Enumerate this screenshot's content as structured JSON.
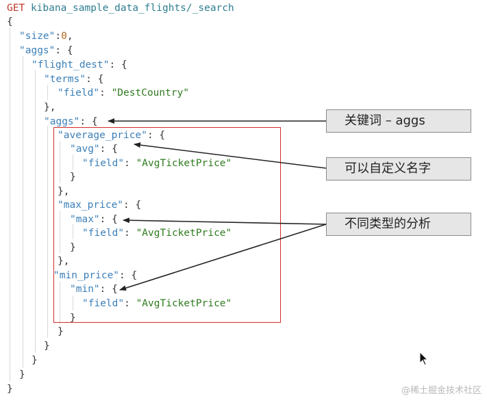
{
  "request": {
    "method": "GET",
    "endpoint": "kibana_sample_data_flights/_search"
  },
  "code": {
    "size_key": "\"size\"",
    "size_value": "0",
    "aggs_key": "\"aggs\"",
    "flight_dest_key": "\"flight_dest\"",
    "terms_key": "\"terms\"",
    "field_key": "\"field\"",
    "dest_country": "\"DestCountry\"",
    "inner_aggs_key": "\"aggs\"",
    "average_price_key": "\"average_price\"",
    "avg_key": "\"avg\"",
    "max_price_key": "\"max_price\"",
    "max_key": "\"max\"",
    "min_price_key": "\"min_price\"",
    "min_key": "\"min\"",
    "avg_ticket_price": "\"AvgTicketPrice\""
  },
  "callouts": {
    "keyword": "关键词 – aggs",
    "custom_name": "可以自定义名字",
    "analysis_types": "不同类型的分析"
  },
  "watermark": "@稀土掘金技术社区"
}
